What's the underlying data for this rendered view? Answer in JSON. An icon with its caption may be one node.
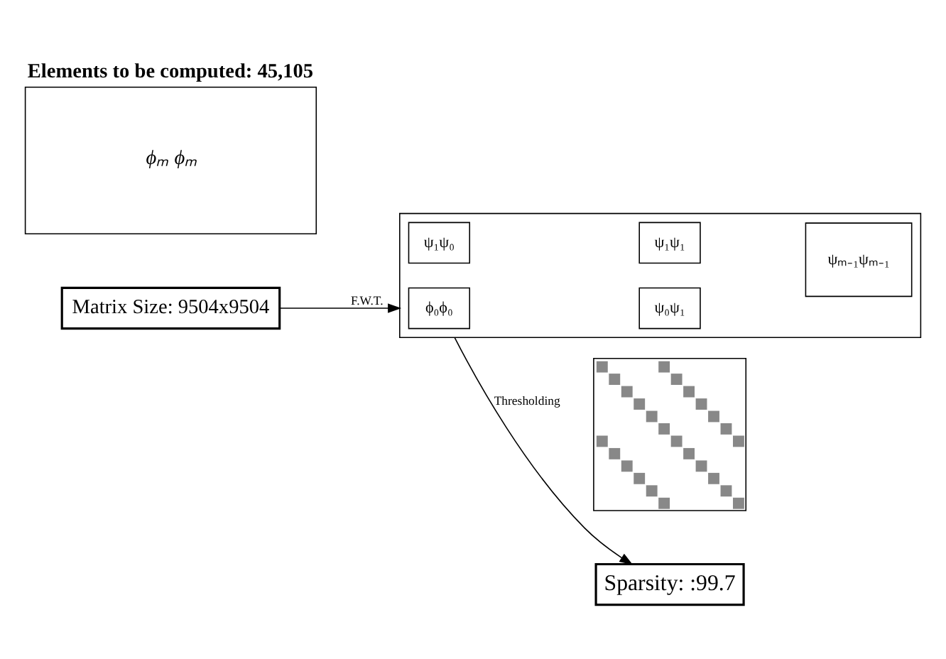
{
  "diagram": {
    "nodes": [
      {
        "text": [
          "Elements to be computed: 45,105",
          "ϕₘ ϕₘ"
        ]
      },
      {
        "text": [
          "Matrix Size: 9504x9504"
        ]
      },
      {
        "text": [],
        "shape": "box"
      },
      {
        "text": [
          "ϕ₀ϕ₀"
        ],
        "in": 2
      },
      {
        "text": [
          "ψ₀ψ₁"
        ],
        "in": 2
      },
      {
        "text": [
          "ψ₁ψ₀"
        ],
        "in": 2
      },
      {
        "text": [
          "ψ₁ψ₁"
        ],
        "in": 2
      },
      {
        "text": [
          "ψₘ₋₁ψₘ₋₁"
        ],
        "in": 2
      },
      {
        "text": [],
        "shape": "picture"
      },
      {
        "text": [
          "Sparsity: :99.7"
        ]
      }
    ],
    "edges": [
      {
        "from": 1,
        "to": 2,
        "arrow": "to",
        "label": "F.W.T."
      },
      {
        "from": 2,
        "to": 9,
        "arrow": "to",
        "label": "Thresholding"
      }
    ]
  }
}
